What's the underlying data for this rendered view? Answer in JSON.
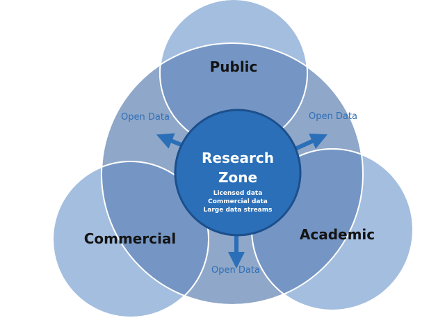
{
  "diagram": {
    "center": {
      "title_line1": "Research",
      "title_line2": "Zone",
      "items": [
        "Licensed data",
        "Commercial data",
        "Large data streams"
      ]
    },
    "sectors": {
      "public": "Public",
      "commercial": "Commercial",
      "academic": "Academic"
    },
    "flows": {
      "left": "Open Data",
      "right": "Open Data",
      "bottom": "Open Data"
    }
  },
  "colors": {
    "big_circle": "#8fa7c8",
    "outer_circle": "#a4bedf",
    "overlap": "#7596c4",
    "center": "#2a6fb7",
    "center_border": "#1c4f8c",
    "arrow": "#2a6fb7",
    "open_data_text": "#2f6fb6"
  }
}
